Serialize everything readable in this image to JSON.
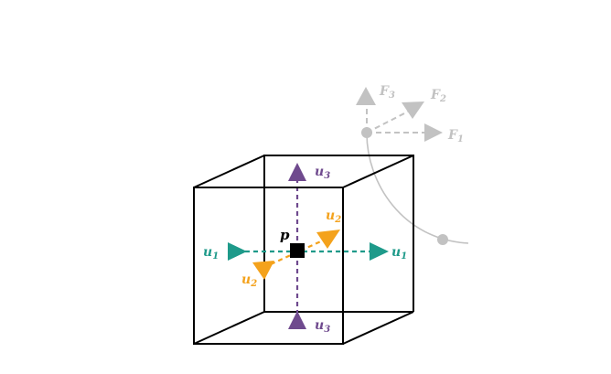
{
  "colors": {
    "cube_edge": "#000000",
    "teal": "#1e9a8a",
    "orange": "#f4a21c",
    "purple": "#6f4a8e",
    "gray": "#c2c2c2",
    "point": "#000000"
  },
  "labels": {
    "point": "p",
    "u1_left": {
      "base": "u",
      "sub": "1"
    },
    "u1_right": {
      "base": "u",
      "sub": "1"
    },
    "u2_upper": {
      "base": "u",
      "sub": "2"
    },
    "u2_lower": {
      "base": "u",
      "sub": "2"
    },
    "u3_top": {
      "base": "u",
      "sub": "3"
    },
    "u3_bottom": {
      "base": "u",
      "sub": "3"
    },
    "f1": {
      "base": "F",
      "sub": "1"
    },
    "f2": {
      "base": "F",
      "sub": "2"
    },
    "f3": {
      "base": "F",
      "sub": "3"
    }
  }
}
